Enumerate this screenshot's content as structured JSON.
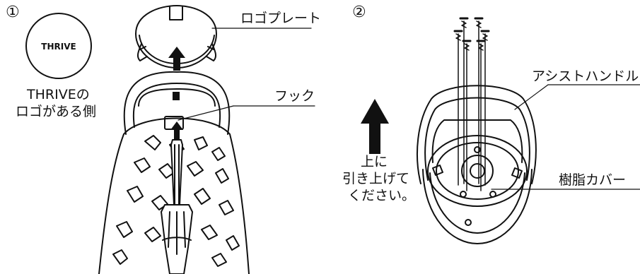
{
  "step1": {
    "marker": "①",
    "logo_text": "THRIVE",
    "label_logo_plate": "ロゴプレート",
    "label_hook": "フック",
    "label_logo_side_line1": "THRIVEの",
    "label_logo_side_line2": "ロゴがある側"
  },
  "step2": {
    "marker": "②",
    "label_assist_handle": "アシストハンドル",
    "label_resin_cover": "樹脂カバー",
    "instruction_line1": "上に",
    "instruction_line2": "引き上げて",
    "instruction_line3": "ください。"
  },
  "colors": {
    "line": "#111111",
    "background": "#ffffff"
  }
}
